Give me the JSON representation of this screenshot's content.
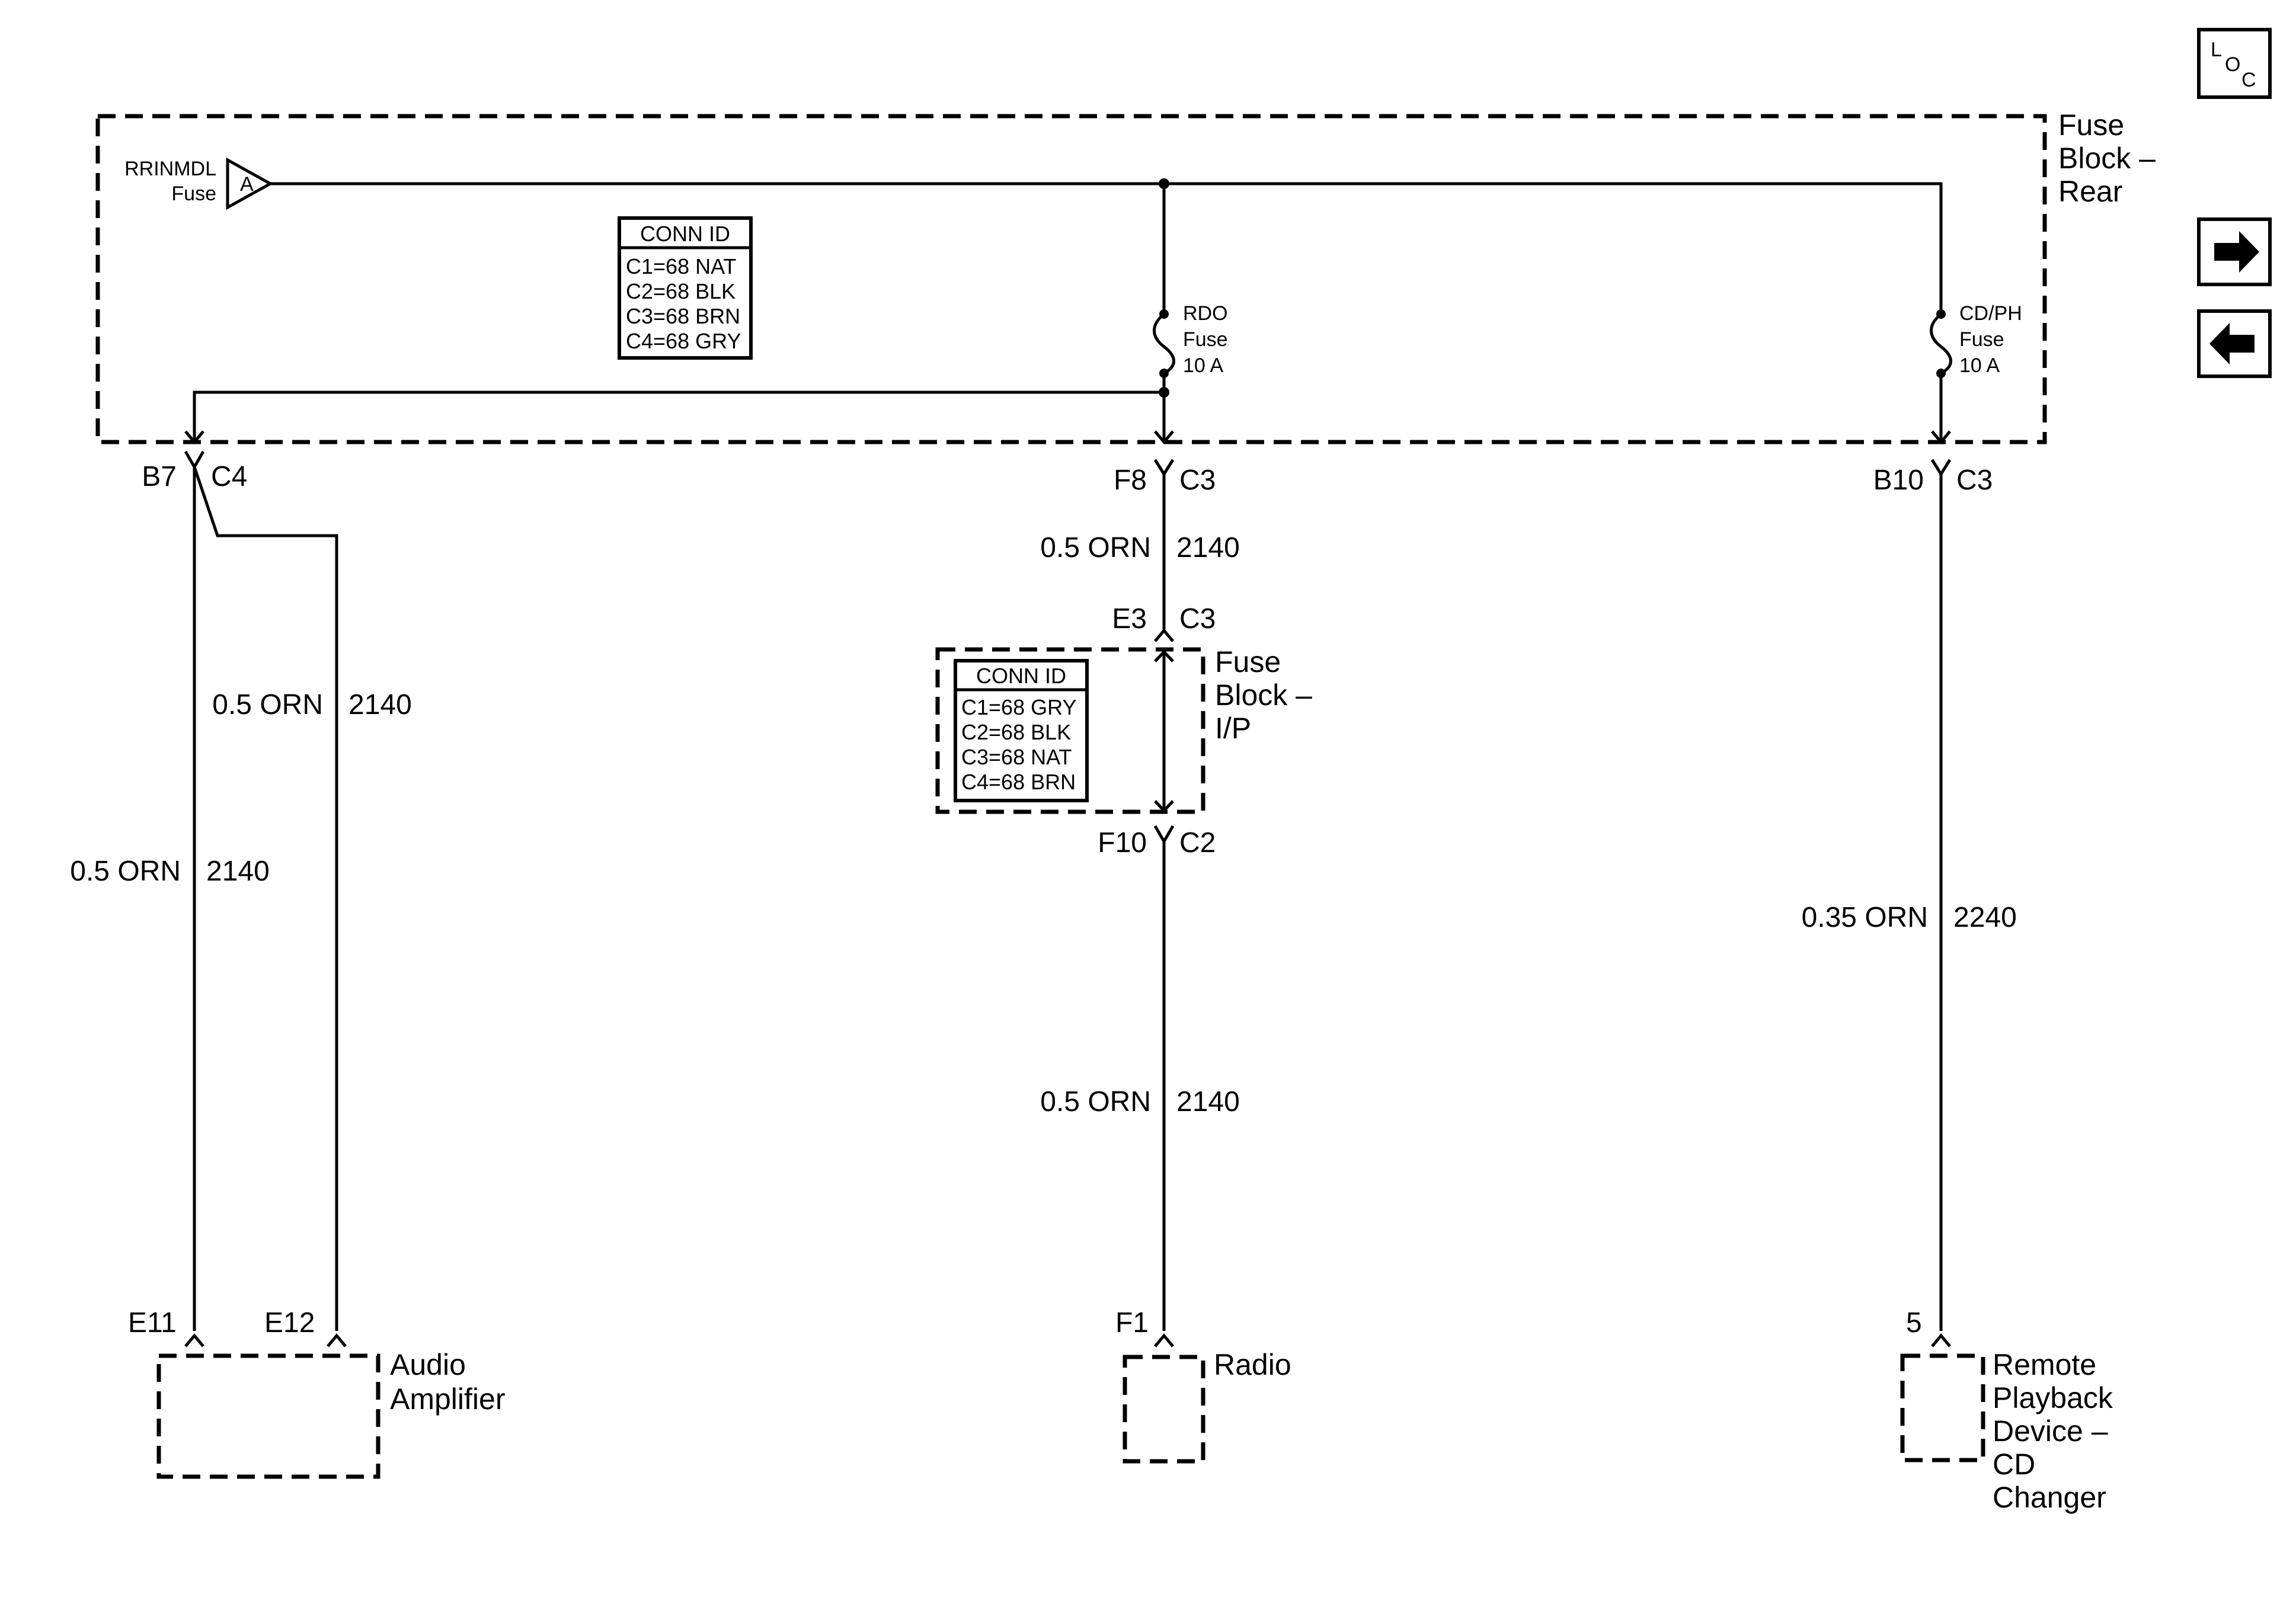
{
  "diagram": {
    "rear_block": {
      "label": [
        "Fuse",
        "Block –",
        "Rear"
      ],
      "source_fuse": [
        "RRINMDL",
        "Fuse"
      ],
      "source_letter": "A",
      "conn_id": {
        "title": "CONN ID",
        "rows": [
          "C1=68 NAT",
          "C2=68 BLK",
          "C3=68 BRN",
          "C4=68 GRY"
        ]
      },
      "rdo_fuse": [
        "RDO",
        "Fuse",
        "10 A"
      ],
      "cdph_fuse": [
        "CD/PH",
        "Fuse",
        "10 A"
      ]
    },
    "ip_block": {
      "label": [
        "Fuse",
        "Block –",
        "I/P"
      ],
      "conn_id": {
        "title": "CONN ID",
        "rows": [
          "C1=68 GRY",
          "C2=68 BLK",
          "C3=68 NAT",
          "C4=68 BRN"
        ]
      }
    },
    "connectors": {
      "b7": "B7",
      "c4": "C4",
      "f8": "F8",
      "f8_c": "C3",
      "b10": "B10",
      "b10_c": "C3",
      "e3": "E3",
      "e3_c": "C3",
      "f10": "F10",
      "f10_c": "C2",
      "e11": "E11",
      "e12": "E12",
      "f1": "F1",
      "pin5": "5"
    },
    "wires": {
      "amp_e12": {
        "size": "0.5 ORN",
        "circuit": "2140"
      },
      "amp_e11": {
        "size": "0.5 ORN",
        "circuit": "2140"
      },
      "radio_upper": {
        "size": "0.5 ORN",
        "circuit": "2140"
      },
      "radio_lower": {
        "size": "0.5 ORN",
        "circuit": "2140"
      },
      "cd": {
        "size": "0.35 ORN",
        "circuit": "2240"
      }
    },
    "components": {
      "amplifier": [
        "Audio",
        "Amplifier"
      ],
      "radio": [
        "Radio"
      ],
      "cd_changer": [
        "Remote",
        "Playback",
        "Device –",
        "CD",
        "Changer"
      ]
    }
  },
  "nav": {
    "loc": {
      "l": "L",
      "o": "O",
      "c": "C"
    },
    "forward_icon": "arrow-right-icon",
    "back_icon": "arrow-left-icon"
  }
}
